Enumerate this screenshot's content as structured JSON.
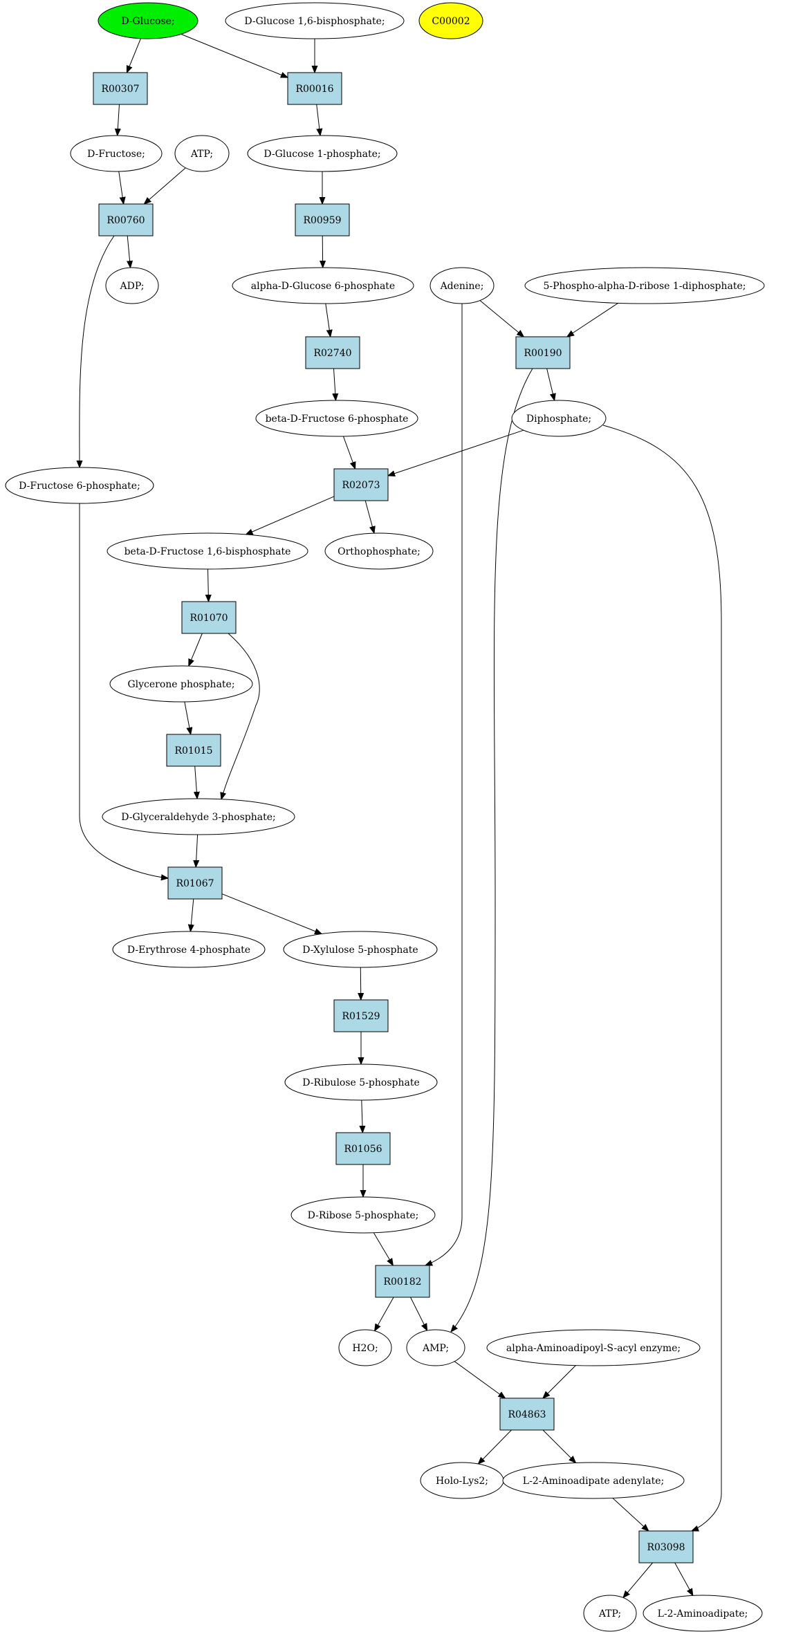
{
  "colors": {
    "start_compound": "#00ee00",
    "highlight_compound": "#ffff00",
    "reaction": "#add8e6",
    "compound": "#ffffff",
    "line": "#000000"
  },
  "nodes": [
    {
      "id": "n_glucose",
      "label": "D-Glucose;",
      "kind": "compound",
      "fill": "start_compound"
    },
    {
      "id": "n_g16bp",
      "label": "D-Glucose 1,6-bisphosphate;",
      "kind": "compound"
    },
    {
      "id": "n_c00002",
      "label": "C00002",
      "kind": "compound",
      "fill": "highlight_compound"
    },
    {
      "id": "r_R00307",
      "label": "R00307",
      "kind": "reaction"
    },
    {
      "id": "r_R00016",
      "label": "R00016",
      "kind": "reaction"
    },
    {
      "id": "n_fructose",
      "label": "D-Fructose;",
      "kind": "compound"
    },
    {
      "id": "n_atp1",
      "label": "ATP;",
      "kind": "compound"
    },
    {
      "id": "n_g1p",
      "label": "D-Glucose 1-phosphate;",
      "kind": "compound"
    },
    {
      "id": "r_R00760",
      "label": "R00760",
      "kind": "reaction"
    },
    {
      "id": "r_R00959",
      "label": "R00959",
      "kind": "reaction"
    },
    {
      "id": "n_adp",
      "label": "ADP;",
      "kind": "compound"
    },
    {
      "id": "n_ag6p",
      "label": "alpha-D-Glucose 6-phosphate",
      "kind": "compound"
    },
    {
      "id": "n_adenine",
      "label": "Adenine;",
      "kind": "compound"
    },
    {
      "id": "n_prpp",
      "label": "5-Phospho-alpha-D-ribose 1-diphosphate;",
      "kind": "compound"
    },
    {
      "id": "r_R02740",
      "label": "R02740",
      "kind": "reaction"
    },
    {
      "id": "r_R00190",
      "label": "R00190",
      "kind": "reaction"
    },
    {
      "id": "n_bf6p",
      "label": "beta-D-Fructose 6-phosphate",
      "kind": "compound"
    },
    {
      "id": "n_diphosphate",
      "label": "Diphosphate;",
      "kind": "compound"
    },
    {
      "id": "n_f6p",
      "label": "D-Fructose 6-phosphate;",
      "kind": "compound"
    },
    {
      "id": "r_R02073",
      "label": "R02073",
      "kind": "reaction"
    },
    {
      "id": "n_fbp",
      "label": "beta-D-Fructose 1,6-bisphosphate",
      "kind": "compound"
    },
    {
      "id": "n_orthophosphate",
      "label": "Orthophosphate;",
      "kind": "compound"
    },
    {
      "id": "r_R01070",
      "label": "R01070",
      "kind": "reaction"
    },
    {
      "id": "n_dhap",
      "label": "Glycerone phosphate;",
      "kind": "compound"
    },
    {
      "id": "r_R01015",
      "label": "R01015",
      "kind": "reaction"
    },
    {
      "id": "n_g3p",
      "label": "D-Glyceraldehyde 3-phosphate;",
      "kind": "compound"
    },
    {
      "id": "r_R01067",
      "label": "R01067",
      "kind": "reaction"
    },
    {
      "id": "n_e4p",
      "label": "D-Erythrose 4-phosphate",
      "kind": "compound"
    },
    {
      "id": "n_xu5p",
      "label": "D-Xylulose 5-phosphate",
      "kind": "compound"
    },
    {
      "id": "r_R01529",
      "label": "R01529",
      "kind": "reaction"
    },
    {
      "id": "n_ru5p",
      "label": "D-Ribulose 5-phosphate",
      "kind": "compound"
    },
    {
      "id": "r_R01056",
      "label": "R01056",
      "kind": "reaction"
    },
    {
      "id": "n_r5p",
      "label": "D-Ribose 5-phosphate;",
      "kind": "compound"
    },
    {
      "id": "r_R00182",
      "label": "R00182",
      "kind": "reaction"
    },
    {
      "id": "n_h2o",
      "label": "H2O;",
      "kind": "compound"
    },
    {
      "id": "n_amp",
      "label": "AMP;",
      "kind": "compound"
    },
    {
      "id": "n_aas_enzyme",
      "label": "alpha-Aminoadipoyl-S-acyl enzyme;",
      "kind": "compound"
    },
    {
      "id": "r_R04863",
      "label": "R04863",
      "kind": "reaction"
    },
    {
      "id": "n_holo_lys2",
      "label": "Holo-Lys2;",
      "kind": "compound"
    },
    {
      "id": "n_l2aa_adenylate",
      "label": "L-2-Aminoadipate adenylate;",
      "kind": "compound"
    },
    {
      "id": "r_R03098",
      "label": "R03098",
      "kind": "reaction"
    },
    {
      "id": "n_atp2",
      "label": "ATP;",
      "kind": "compound"
    },
    {
      "id": "n_l2aa",
      "label": "L-2-Aminoadipate;",
      "kind": "compound"
    }
  ],
  "edges": [
    {
      "from": "n_glucose",
      "to": "r_R00307"
    },
    {
      "from": "n_glucose",
      "to": "r_R00016"
    },
    {
      "from": "n_g16bp",
      "to": "r_R00016"
    },
    {
      "from": "r_R00307",
      "to": "n_fructose"
    },
    {
      "from": "r_R00016",
      "to": "n_g1p"
    },
    {
      "from": "n_fructose",
      "to": "r_R00760"
    },
    {
      "from": "n_atp1",
      "to": "r_R00760"
    },
    {
      "from": "r_R00760",
      "to": "n_adp"
    },
    {
      "from": "r_R00760",
      "to": "n_f6p"
    },
    {
      "from": "n_g1p",
      "to": "r_R00959"
    },
    {
      "from": "r_R00959",
      "to": "n_ag6p"
    },
    {
      "from": "n_ag6p",
      "to": "r_R02740"
    },
    {
      "from": "r_R02740",
      "to": "n_bf6p"
    },
    {
      "from": "n_adenine",
      "to": "r_R00190"
    },
    {
      "from": "n_prpp",
      "to": "r_R00190"
    },
    {
      "from": "r_R00190",
      "to": "n_diphosphate"
    },
    {
      "from": "n_adenine",
      "to": "r_R00182"
    },
    {
      "from": "r_R00190",
      "to": "n_amp"
    },
    {
      "from": "n_bf6p",
      "to": "r_R02073"
    },
    {
      "from": "n_diphosphate",
      "to": "r_R02073"
    },
    {
      "from": "n_diphosphate",
      "to": "r_R03098"
    },
    {
      "from": "r_R02073",
      "to": "n_fbp"
    },
    {
      "from": "r_R02073",
      "to": "n_orthophosphate"
    },
    {
      "from": "n_fbp",
      "to": "r_R01070"
    },
    {
      "from": "r_R01070",
      "to": "n_dhap"
    },
    {
      "from": "r_R01070",
      "to": "n_g3p"
    },
    {
      "from": "n_dhap",
      "to": "r_R01015"
    },
    {
      "from": "r_R01015",
      "to": "n_g3p"
    },
    {
      "from": "n_g3p",
      "to": "r_R01067"
    },
    {
      "from": "n_f6p",
      "to": "r_R01067"
    },
    {
      "from": "r_R01067",
      "to": "n_e4p"
    },
    {
      "from": "r_R01067",
      "to": "n_xu5p"
    },
    {
      "from": "n_xu5p",
      "to": "r_R01529"
    },
    {
      "from": "r_R01529",
      "to": "n_ru5p"
    },
    {
      "from": "n_ru5p",
      "to": "r_R01056"
    },
    {
      "from": "r_R01056",
      "to": "n_r5p"
    },
    {
      "from": "n_r5p",
      "to": "r_R00182"
    },
    {
      "from": "r_R00182",
      "to": "n_h2o"
    },
    {
      "from": "r_R00182",
      "to": "n_amp"
    },
    {
      "from": "n_amp",
      "to": "r_R04863"
    },
    {
      "from": "n_aas_enzyme",
      "to": "r_R04863"
    },
    {
      "from": "r_R04863",
      "to": "n_holo_lys2"
    },
    {
      "from": "r_R04863",
      "to": "n_l2aa_adenylate"
    },
    {
      "from": "n_l2aa_adenylate",
      "to": "r_R03098"
    },
    {
      "from": "r_R03098",
      "to": "n_atp2"
    },
    {
      "from": "r_R03098",
      "to": "n_l2aa"
    }
  ]
}
